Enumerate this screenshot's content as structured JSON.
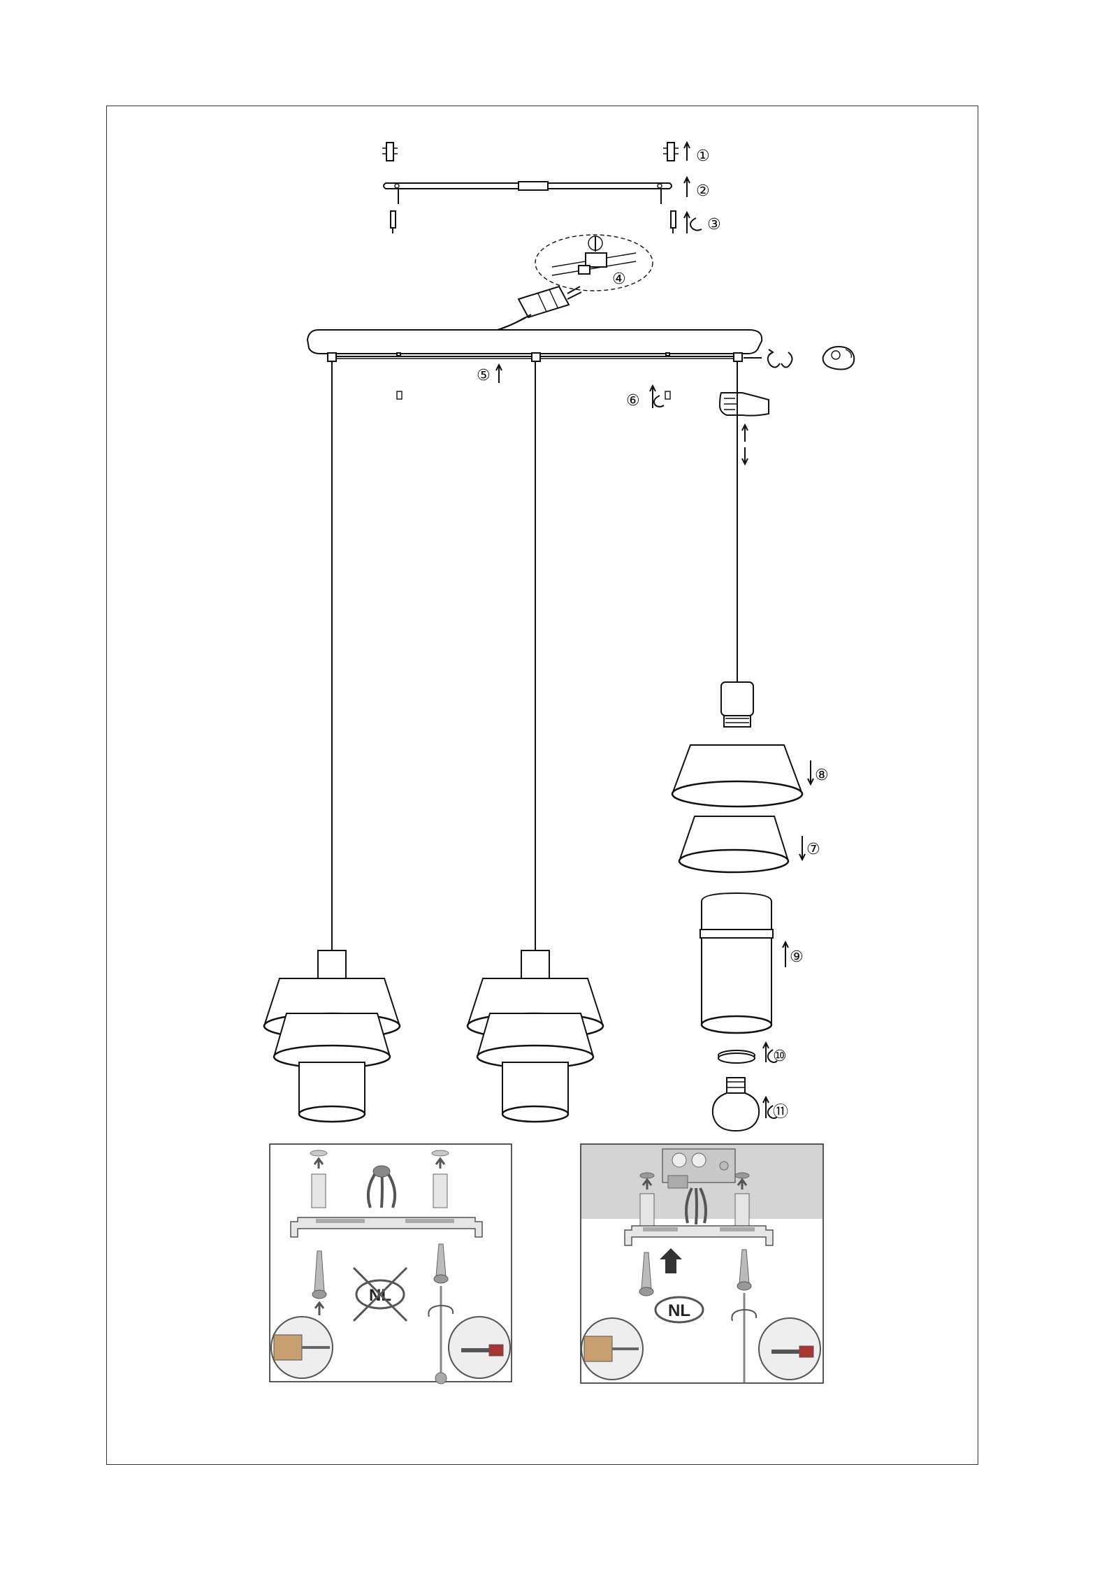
{
  "steps": {
    "s1": "①",
    "s2": "②",
    "s3": "③",
    "s4": "④",
    "s5": "⑤",
    "s6": "⑥",
    "s7": "⑦",
    "s8": "⑧",
    "s9": "⑨",
    "s10": "⑩",
    "s11": "⑪"
  },
  "insets": {
    "left_badge": "NL",
    "right_badge": "NL"
  },
  "colors": {
    "line": "#111111",
    "ceiling_gray": "#d4d4d4",
    "photo_gray": "#c8c8c8"
  }
}
